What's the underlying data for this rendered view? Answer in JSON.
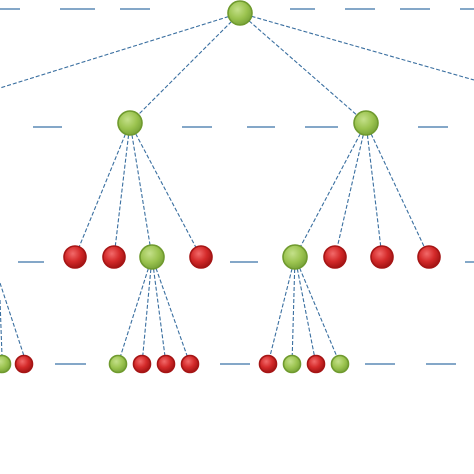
{
  "colors": {
    "expanded_fill": "#9bc34f",
    "expanded_stroke": "#6f9a2e",
    "leaf_fill": "#d42a2a",
    "leaf_stroke": "#a51515",
    "edge": "#3a6fa0",
    "level_dash": "#5b8ab5"
  },
  "tree": {
    "node_types": [
      "expanded",
      "leaf"
    ],
    "levels": 4
  }
}
